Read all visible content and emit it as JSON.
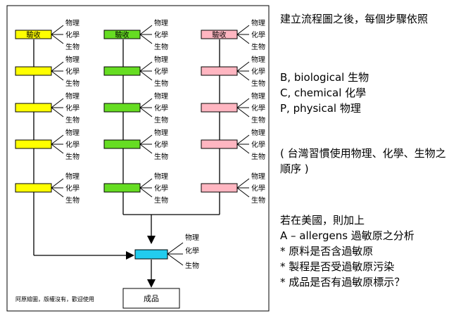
{
  "diagram": {
    "box_label": "驗收",
    "hazard_labels": [
      "物理",
      "化學",
      "生物"
    ],
    "product_label": "成品",
    "credit": "阿原繪圖，版權沒有，歡迎使用",
    "colors": {
      "biological": "#ffff00",
      "chemical": "#66dd22",
      "physical": "#ffb6c1",
      "allergen": "#22ccee",
      "line": "#000000"
    }
  },
  "notes": {
    "intro": "建立流程圖之後，每個步驟依照",
    "b": "B, biological  生物",
    "c": "C, chemical  化學",
    "p": "P, physical  物理",
    "order": "( 台灣習慣使用物理、化學、生物之順序 )",
    "us_heading": "若在美國，則加上",
    "allergen_line": "A – allergens 過敏原之分析",
    "bullet1": "* 原料是否含過敏原",
    "bullet2": "* 製程是否受過敏原污染",
    "bullet3": "* 成品是否有過敏原標示？"
  }
}
